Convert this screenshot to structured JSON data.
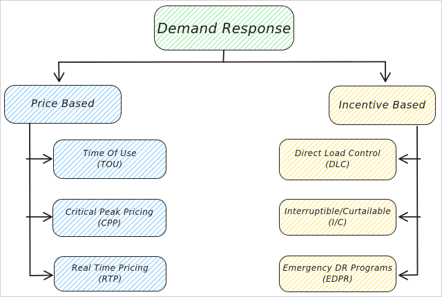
{
  "diagram": {
    "title_node": {
      "label": "Demand Response"
    },
    "branches": {
      "price": {
        "label": "Price Based"
      },
      "incentive": {
        "label": "Incentive Based"
      }
    },
    "price_children": [
      {
        "line1": "Time Of Use",
        "line2": "(TOU)"
      },
      {
        "line1": "Critical Peak Pricing",
        "line2": "(CPP)"
      },
      {
        "line1": "Real Time Pricing",
        "line2": "(RTP)"
      }
    ],
    "incentive_children": [
      {
        "line1": "Direct  Load Control",
        "line2": "(DLC)"
      },
      {
        "line1": "Interruptible/Curtailable",
        "line2": "(I/C)"
      },
      {
        "line1": "Emergency DR Programs",
        "line2": "(EDPR)"
      }
    ],
    "colors": {
      "stroke": "#1e1e1e",
      "root_fill": "#b2f2bb",
      "price_fill": "#a5d8ff",
      "incentive_fill": "#ffec99",
      "canvas_bg": "#ffffff"
    }
  }
}
